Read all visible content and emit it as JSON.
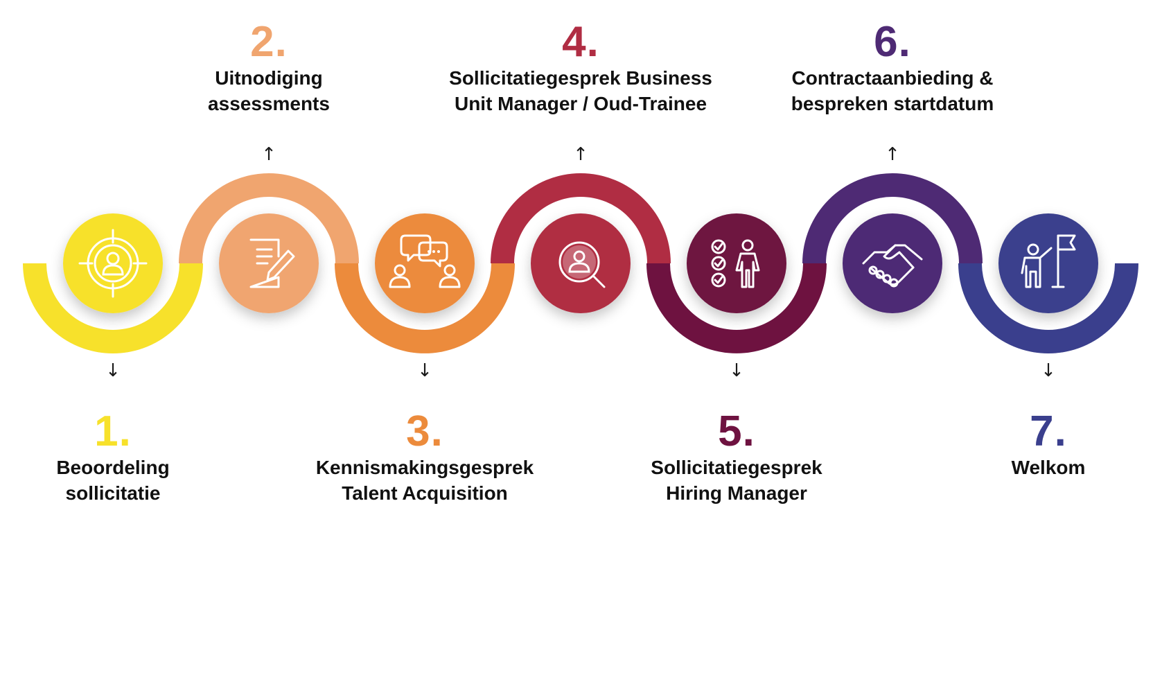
{
  "steps": [
    {
      "number": "1.",
      "title": "Beoordeling\nsollicitatie",
      "color": "#F7E12B",
      "icon": "target-person-icon",
      "position": "below"
    },
    {
      "number": "2.",
      "title": "Uitnodiging\nassessments",
      "color": "#F0A56F",
      "icon": "document-pen-icon",
      "position": "above"
    },
    {
      "number": "3.",
      "title": "Kennismakingsgesprek\nTalent Acquisition",
      "color": "#EC8B3C",
      "icon": "conversation-icon",
      "position": "below"
    },
    {
      "number": "4.",
      "title": "Sollicitatiegesprek Business\nUnit Manager / Oud-Trainee",
      "color": "#B02D43",
      "icon": "magnifier-person-icon",
      "position": "above"
    },
    {
      "number": "5.",
      "title": "Sollicitatiegesprek\nHiring Manager",
      "color": "#6E1240",
      "icon": "checklist-person-icon",
      "position": "below"
    },
    {
      "number": "6.",
      "title": "Contractaanbieding &\nbespreken startdatum",
      "color": "#4E2A74",
      "icon": "handshake-icon",
      "position": "above"
    },
    {
      "number": "7.",
      "title": "Welkom",
      "color": "#3A3F8D",
      "icon": "person-flag-icon",
      "position": "below"
    }
  ],
  "arrows": {
    "up": "↑",
    "down": "↓"
  }
}
